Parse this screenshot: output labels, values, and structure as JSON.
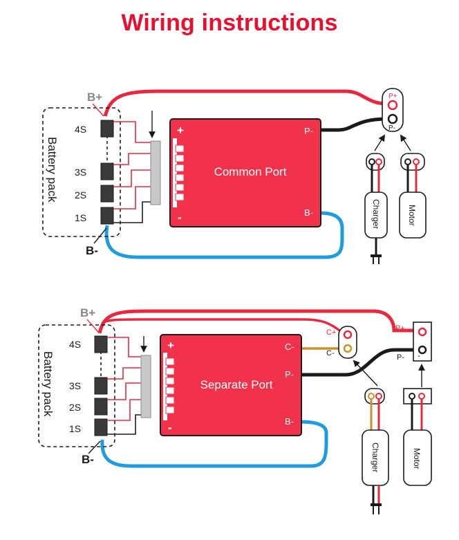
{
  "title": "Wiring instructions",
  "colors": {
    "title": "#e8102f",
    "board": "#f2324a",
    "board_edge": "#1a1a1a",
    "wire_red": "#e8283e",
    "wire_black": "#1a1a1a",
    "wire_blue": "#1f9be0",
    "wire_charger": "#c8922a",
    "balance_connector": "#c8c8c8"
  },
  "diagrams": [
    {
      "name": "Common Port",
      "board_label": "Common Port",
      "pack_label": "Battery pack",
      "b_plus": "B+",
      "b_minus": "B-",
      "cells": [
        "4S",
        "3S",
        "2S",
        "1S"
      ],
      "board_plus": "+",
      "board_minus": "-",
      "port_top": "P-",
      "port_bottom": "B-",
      "terminal_top": "P+",
      "terminal_bottom": "P-",
      "charger_label": "Charger",
      "motor_label": "Motor"
    },
    {
      "name": "Separate Port",
      "board_label": "Separate Port",
      "pack_label": "Battery pack",
      "b_plus": "B+",
      "b_minus": "B-",
      "cells": [
        "4S",
        "3S",
        "2S",
        "1S"
      ],
      "board_plus": "+",
      "board_minus": "-",
      "port_c": "C-",
      "port_p": "P-",
      "port_b": "B-",
      "charge_terminal_top": "C+",
      "charge_terminal_bottom": "C-",
      "terminal_top": "P+",
      "terminal_bottom": "P-",
      "charger_label": "Charger",
      "motor_label": "Motor"
    }
  ]
}
